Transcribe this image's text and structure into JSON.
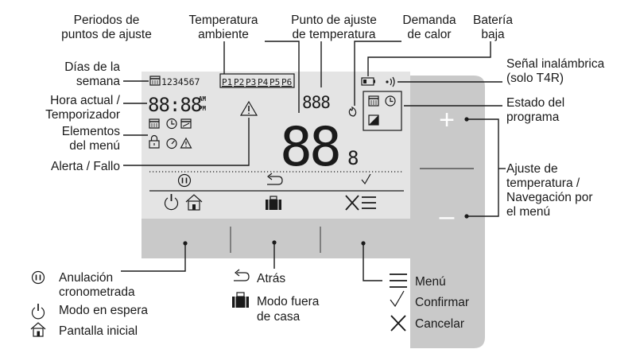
{
  "callouts": {
    "setpoint_periods": [
      "Periodos de",
      "puntos de ajuste"
    ],
    "room_temperature": [
      "Temperatura",
      "ambiente"
    ],
    "setpoint_temperature": [
      "Punto de ajuste",
      "de temperatura"
    ],
    "heat_demand": [
      "Demanda",
      "de calor"
    ],
    "low_battery": [
      "Batería",
      "baja"
    ],
    "wireless_signal": [
      "Señal inalámbrica",
      "(solo T4R)"
    ],
    "days_of_week": [
      "Días de la",
      "semana"
    ],
    "current_time": [
      "Hora actual /",
      "Temporizador"
    ],
    "menu_elements": [
      "Elementos",
      "del menú"
    ],
    "alert_fault": [
      "Alerta / Fallo"
    ],
    "program_status": [
      "Estado del",
      "programa"
    ],
    "temp_adjust": [
      "Ajuste de",
      "temperatura /",
      "Navegación por",
      "el menú"
    ]
  },
  "lcd": {
    "days": "1234567",
    "periods": [
      "P1",
      "P2",
      "P3",
      "P4",
      "P5",
      "P6"
    ],
    "time_digits": "88:88",
    "am": "AM",
    "pm": "PM",
    "setpoint_digits": "888",
    "main_digits": "88",
    "decimal_digit": "8"
  },
  "buttons": {
    "plus": "+",
    "minus": "–"
  },
  "legend_left": [
    {
      "icon": "pause-circle-icon",
      "lines": [
        "Anulación",
        "cronometrada"
      ]
    },
    {
      "icon": "power-icon",
      "lines": [
        "Modo en espera"
      ]
    },
    {
      "icon": "home-icon",
      "lines": [
        "Pantalla inicial"
      ]
    }
  ],
  "legend_mid": [
    {
      "icon": "back-arrow-icon",
      "lines": [
        "Atrás"
      ]
    },
    {
      "icon": "suitcase-icon",
      "lines": [
        "Modo fuera",
        "de casa"
      ]
    }
  ],
  "legend_right": [
    {
      "icon": "menu-icon",
      "lines": [
        "Menú"
      ]
    },
    {
      "icon": "check-icon",
      "lines": [
        "Confirmar"
      ]
    },
    {
      "icon": "cancel-icon",
      "lines": [
        "Cancelar"
      ]
    }
  ]
}
